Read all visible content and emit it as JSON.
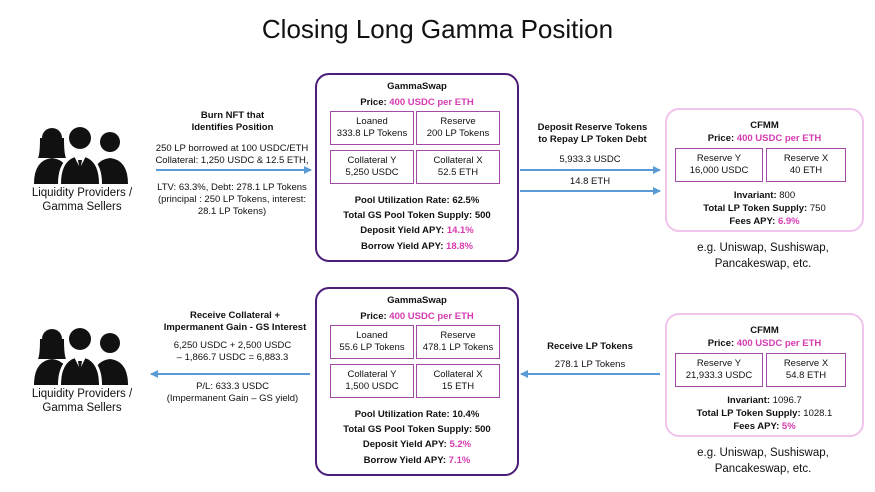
{
  "title": "Closing Long Gamma Position",
  "lp_label": [
    "Liquidity Providers /",
    "Gamma Sellers"
  ],
  "top": {
    "left_heading": [
      "Burn NFT that",
      "Identifies Position"
    ],
    "left_lines": [
      "250 LP borrowed at 100 USDC/ETH",
      "Collateral: 1,250 USDC & 12.5 ETH,"
    ],
    "left_lines2": [
      "LTV: 63.3%, Debt: 278.1 LP Tokens",
      "(principal : 250 LP Tokens, interest:",
      "28.1 LP Tokens)"
    ],
    "gs": {
      "title": "GammaSwap",
      "price_label": "Price:",
      "price_value": "400 USDC per ETH",
      "loaned_label": "Loaned",
      "loaned_value": "333.8 LP Tokens",
      "reserve_label": "Reserve",
      "reserve_value": "200 LP Tokens",
      "coly_label": "Collateral Y",
      "coly_value": "5,250 USDC",
      "colx_label": "Collateral X",
      "colx_value": "52.5 ETH",
      "util": "Pool Utilization Rate: 62.5%",
      "supply": "Total GS Pool Token Supply: 500",
      "deposit_label": "Deposit Yield APY:",
      "deposit_value": "14.1%",
      "borrow_label": "Borrow Yield APY:",
      "borrow_value": "18.8%"
    },
    "mid_heading": [
      "Deposit Reserve Tokens",
      "to Repay LP Token Debt"
    ],
    "mid_arrow1": "5,933.3 USDC",
    "mid_arrow2": "14.8 ETH",
    "cfmm": {
      "title": "CFMM",
      "price_label": "Price:",
      "price_value": "400 USDC per ETH",
      "ry_label": "Reserve Y",
      "ry_value": "16,000 USDC",
      "rx_label": "Reserve X",
      "rx_value": "40 ETH",
      "invariant_label": "Invariant:",
      "invariant_value": "800",
      "supply_label": "Total LP Token Supply:",
      "supply_value": "750",
      "fees_label": "Fees APY:",
      "fees_value": "6.9%"
    },
    "eg": [
      "e.g. Uniswap, Sushiswap,",
      "Pancakeswap, etc."
    ]
  },
  "bottom": {
    "left_heading": [
      "Receive Collateral +",
      "Impermanent Gain -  GS Interest"
    ],
    "left_lines": [
      "6,250 USDC + 2,500 USDC",
      "– 1,866.7 USDC = 6,883.3"
    ],
    "left_lines2": [
      "P/L: 633.3 USDC",
      "(Impermanent  Gain – GS yield)"
    ],
    "gs": {
      "title": "GammaSwap",
      "price_label": "Price:",
      "price_value": "400 USDC per ETH",
      "loaned_label": "Loaned",
      "loaned_value": "55.6 LP Tokens",
      "reserve_label": "Reserve",
      "reserve_value": "478.1 LP Tokens",
      "coly_label": "Collateral Y",
      "coly_value": "1,500 USDC",
      "colx_label": "Collateral X",
      "colx_value": "15 ETH",
      "util": "Pool Utilization Rate: 10.4%",
      "supply": "Total GS Pool Token Supply: 500",
      "deposit_label": "Deposit Yield APY:",
      "deposit_value": "5.2%",
      "borrow_label": "Borrow Yield APY:",
      "borrow_value": "7.1%"
    },
    "mid_heading": "Receive LP Tokens",
    "mid_arrow": "278.1 LP Tokens",
    "cfmm": {
      "title": "CFMM",
      "price_label": "Price:",
      "price_value": "400 USDC per ETH",
      "ry_label": "Reserve Y",
      "ry_value": "21,933.3 USDC",
      "rx_label": "Reserve X",
      "rx_value": "54.8 ETH",
      "invariant_label": "Invariant:",
      "invariant_value": "1096.7",
      "supply_label": "Total LP Token Supply:",
      "supply_value": "1028.1",
      "fees_label": "Fees APY:",
      "fees_value": "5%"
    },
    "eg": [
      "e.g. Uniswap, Sushiswap,",
      "Pancakeswap, etc."
    ]
  },
  "colors": {
    "gs_border": "#4b1c78",
    "cfmm_border": "#f0c4ec",
    "accent_pink": "#d63bb0",
    "arrow_blue": "#5b9bd5"
  }
}
